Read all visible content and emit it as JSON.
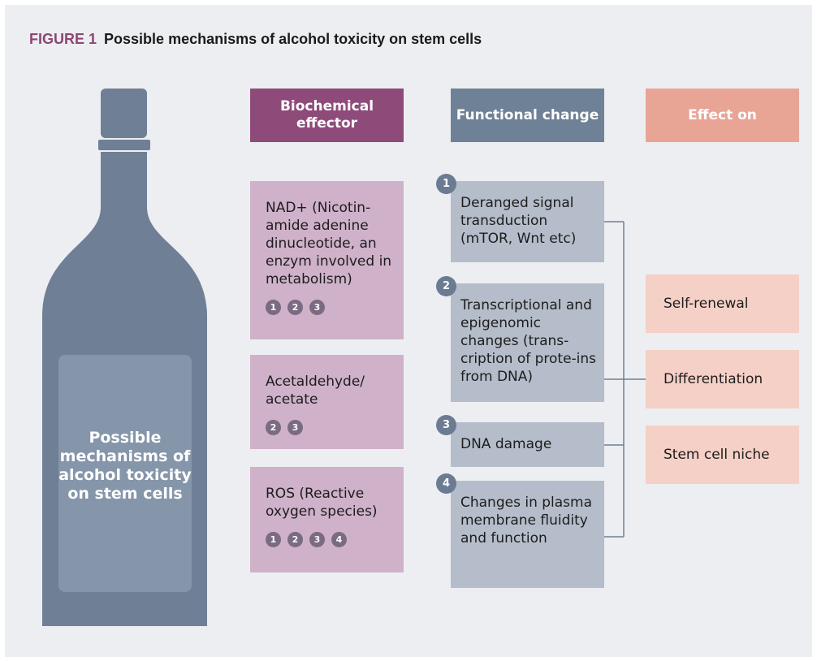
{
  "title": {
    "figure_label": "FIGURE 1",
    "text": "Possible mechanisms of alcohol toxicity on stem cells"
  },
  "bottle": {
    "label": "Possible mechanisms of alcohol toxicity on stem cells"
  },
  "columns": {
    "biochemical": "Biochemical effector",
    "functional": "Functional change",
    "effect": "Effect on"
  },
  "effectors": [
    {
      "text": "NAD+ (Nicotin-amide adenine dinucleotide, an enzym involved in metabolism)",
      "badges": [
        "1",
        "2",
        "3"
      ]
    },
    {
      "text": "Acetaldehyde/ acetate",
      "badges": [
        "2",
        "3"
      ]
    },
    {
      "text": "ROS (Reactive oxygen species)",
      "badges": [
        "1",
        "2",
        "3",
        "4"
      ]
    }
  ],
  "changes": [
    {
      "num": "1",
      "text": "Deranged signal transduction (mTOR, Wnt etc)"
    },
    {
      "num": "2",
      "text": "Transcriptional and epigenomic changes (trans-cription of prote-ins from DNA)"
    },
    {
      "num": "3",
      "text": "DNA damage"
    },
    {
      "num": "4",
      "text": "Changes in plasma membrane fluidity and function"
    }
  ],
  "effects": [
    "Self-renewal",
    "Differentiation",
    "Stem cell niche"
  ],
  "colors": {
    "purple": "#8e4b7a",
    "slate": "#6f8196",
    "salmon": "#e8a596",
    "bottle": "#6f7f96"
  }
}
